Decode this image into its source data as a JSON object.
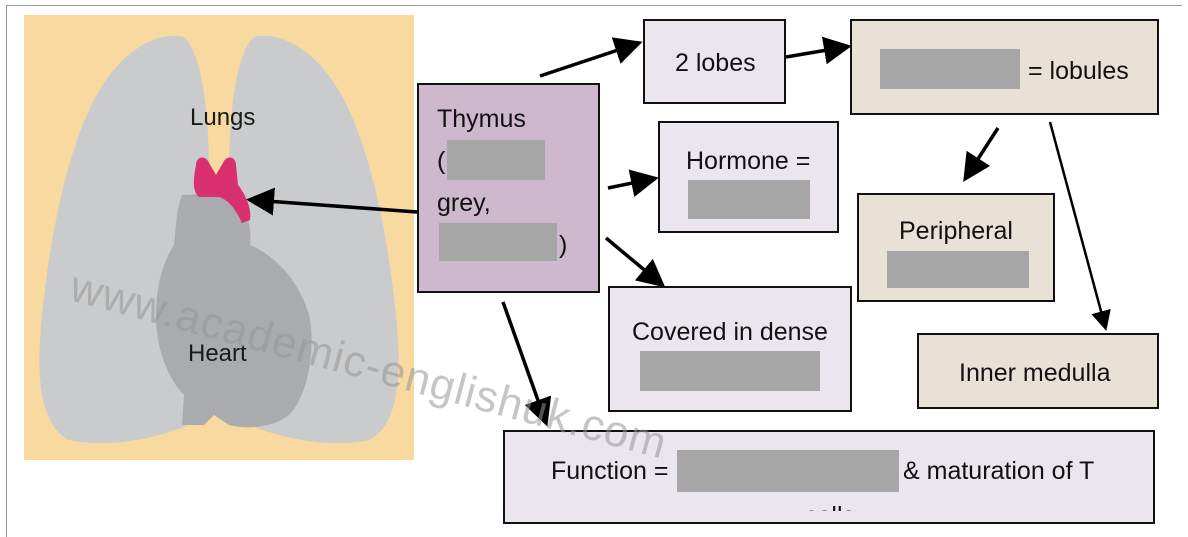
{
  "anatomy": {
    "lungs_label": "Lungs",
    "heart_label": "Heart"
  },
  "watermark": "www.academic-englishuk.com",
  "boxes": {
    "thymus": {
      "line1": "Thymus",
      "line2": "(",
      "line3": "grey,",
      "line4": ")"
    },
    "lobes": {
      "text": "2 lobes"
    },
    "lobules": {
      "text": "= lobules"
    },
    "hormone": {
      "text": "Hormone ="
    },
    "peripheral": {
      "text": "Peripheral"
    },
    "covered": {
      "text": "Covered in dense"
    },
    "medulla": {
      "text": "Inner medulla"
    },
    "function": {
      "prefix": "Function =",
      "suffix": "& maturation of T",
      "cut_line": "cells"
    }
  },
  "colors": {
    "background": "#f8d9a0",
    "lungs": "#c9cbcd",
    "heart": "#a9abae",
    "thymus_organ": "#d9306f",
    "thymus_box": "#cdb8cd",
    "lilac_box": "#ebe6ee",
    "beige_box": "#e8e2d6",
    "redaction": "#a6a6a6"
  }
}
